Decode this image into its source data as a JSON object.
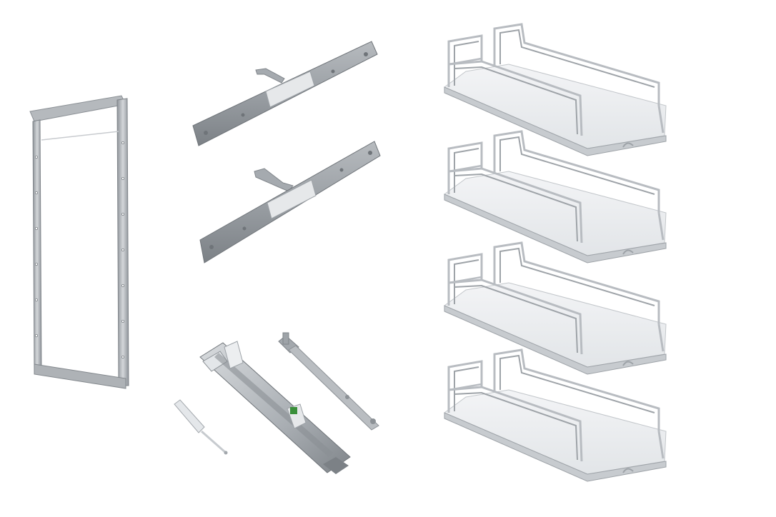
{
  "scene": {
    "background": "#ffffff",
    "components": [
      {
        "name": "pantry-frame",
        "count": 1
      },
      {
        "name": "mounting-bracket",
        "count": 2
      },
      {
        "name": "drawer-runner",
        "count": 1
      },
      {
        "name": "runner-linkage-arm",
        "count": 1
      },
      {
        "name": "soft-close-damper",
        "count": 1
      },
      {
        "name": "wire-basket-tray",
        "count": 4
      }
    ],
    "colors": {
      "metal_light": "#c9ccd0",
      "metal_mid": "#9ea3a8",
      "metal_dark": "#6f7479",
      "chrome": "#b8bcc1",
      "tray_floor": "#eef0f2",
      "accent_green": "#3a8f3a"
    }
  }
}
